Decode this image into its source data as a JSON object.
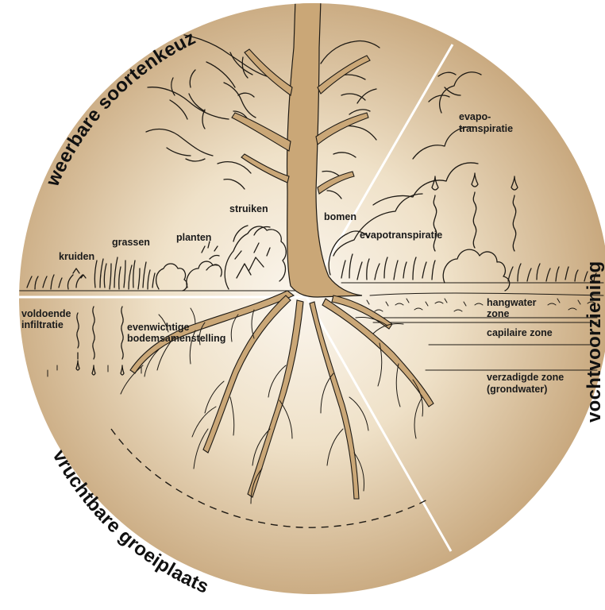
{
  "arc_titles": {
    "left": "weerbare soortenkeuze",
    "right": "vochtvoorziening",
    "bottom": "vruchtbare groeiplaats"
  },
  "labels": {
    "kruiden": "kruiden",
    "grassen": "grassen",
    "planten": "planten",
    "struiken": "struiken",
    "bomen": "bomen",
    "evapo_transpiratie_1": "evapo-",
    "evapo_transpiratie_2": "transpiratie",
    "evapotranspiratie": "evapotranspiratie",
    "hangwater_1": "hangwater",
    "hangwater_2": "zone",
    "capilaire": "capilaire zone",
    "verzadigde_1": "verzadigde zone",
    "verzadigde_2": "(grondwater)",
    "voldoende_1": "voldoende",
    "voldoende_2": "infiltratie",
    "evenwichtige_1": "evenwichtige",
    "evenwichtige_2": "bodemsamenstelling"
  },
  "colors": {
    "circle_center": "#fbf6ee",
    "circle_edge": "#c4a276",
    "tree": "#caa777",
    "ink": "#1e1a14",
    "divider": "#ffffff"
  }
}
